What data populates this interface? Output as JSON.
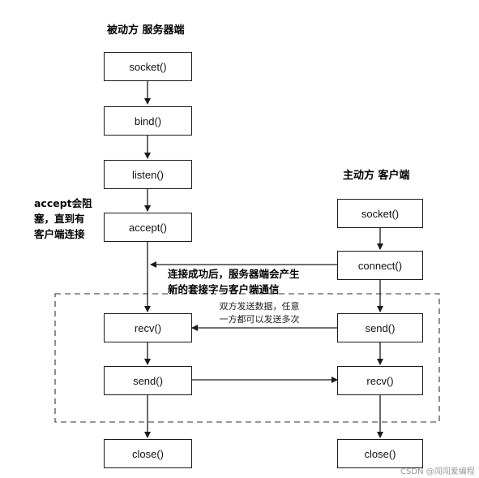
{
  "headers": {
    "server": "被动方 服务器端",
    "client": "主动方 客户端"
  },
  "server_boxes": {
    "socket": "socket()",
    "bind": "bind()",
    "listen": "listen()",
    "accept": "accept()",
    "recv": "recv()",
    "send": "send()",
    "close": "close()"
  },
  "client_boxes": {
    "socket": "socket()",
    "connect": "connect()",
    "send": "send()",
    "recv": "recv()",
    "close": "close()"
  },
  "notes": {
    "accept_block": [
      "accept会阻",
      "塞，直到有",
      "客户端连接"
    ],
    "connect_success": [
      "连接成功后，服务器端会产生",
      "新的套接字与客户端通信"
    ],
    "bidirectional": [
      "双方发送数据，任意",
      "一方都可以发送多次"
    ]
  },
  "watermark": "CSDN @闯闯爱编程",
  "colors": {
    "line": "#1a1a1a",
    "box_border": "#1a1a1a"
  }
}
